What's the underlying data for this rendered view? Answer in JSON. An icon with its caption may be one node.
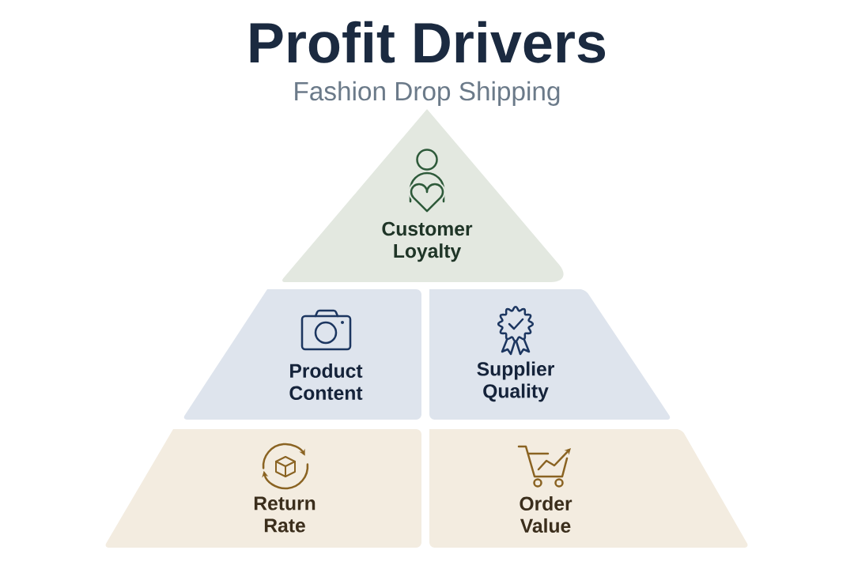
{
  "diagram": {
    "title": "Profit Drivers",
    "nodes": [
      {
        "text": [
          "Customer Loyalty"
        ]
      },
      {
        "text": [
          "Product Content"
        ]
      },
      {
        "text": [
          "Supplier Quality"
        ]
      },
      {
        "text": [
          "Return Rate"
        ]
      },
      {
        "text": [
          "Order Value"
        ]
      }
    ],
    "labels": [
      "Fashion Drop Shipping"
    ]
  }
}
